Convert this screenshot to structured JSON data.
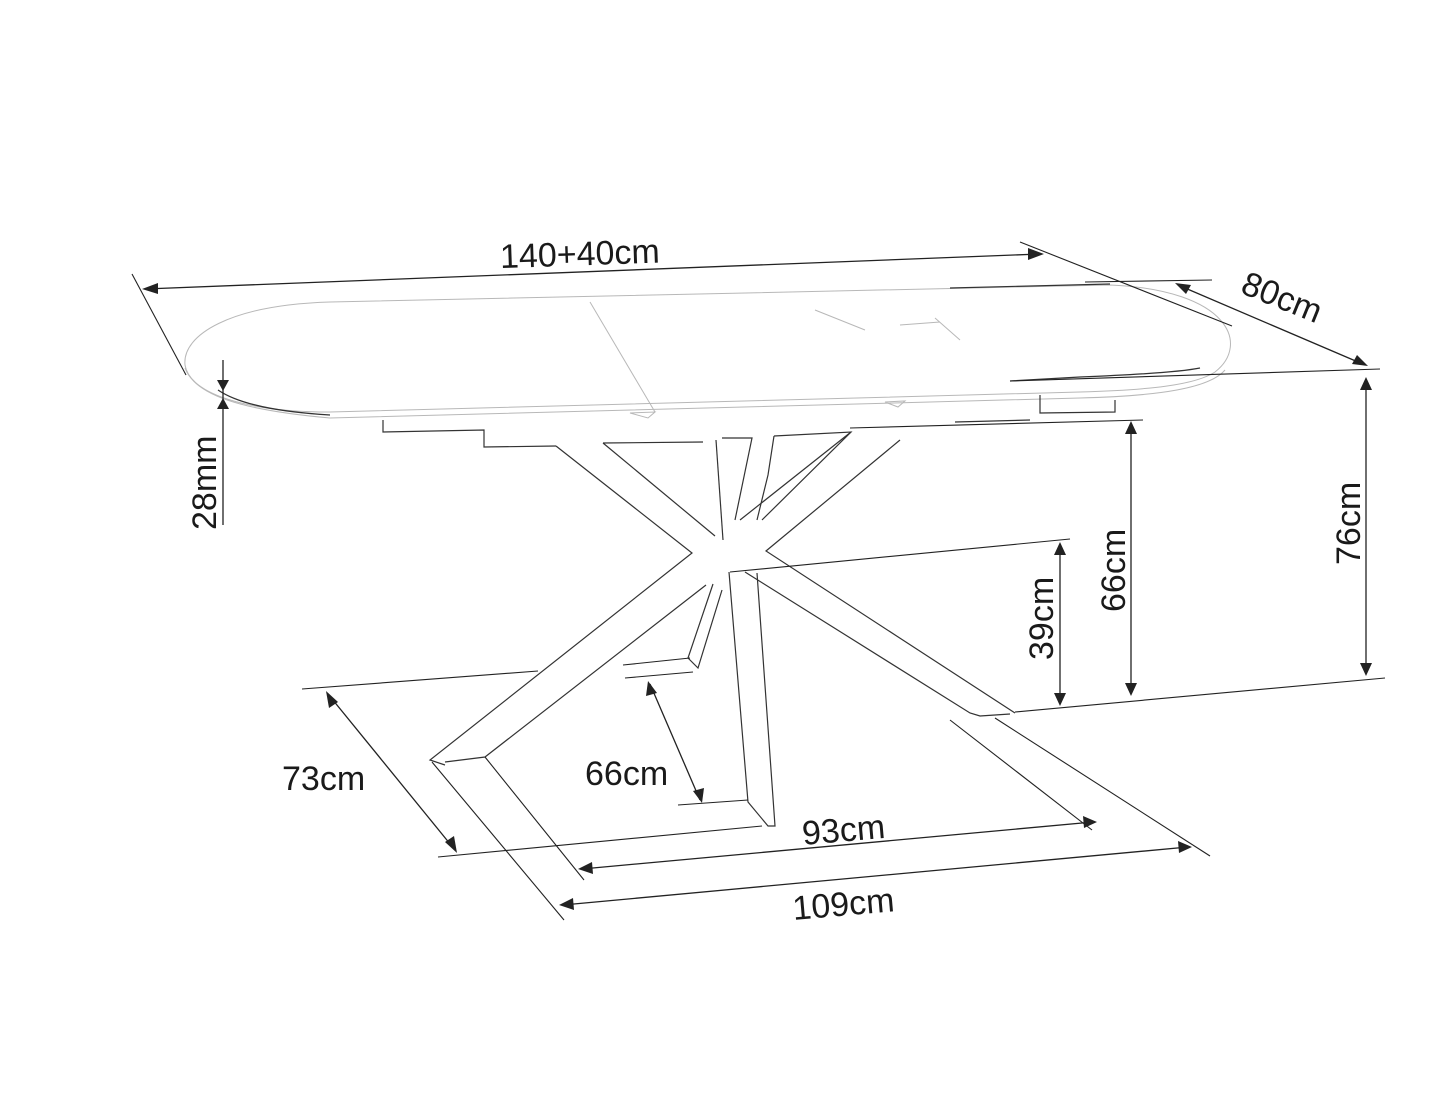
{
  "diagram": {
    "subject": "extendable oval dining table with crossed star base",
    "background": "#ffffff",
    "line_color": "#222222",
    "dimensions": {
      "length": "140+40cm",
      "width": "80cm",
      "top_thickness": "28mm",
      "total_height": "76cm",
      "underframe_clearance": "66cm",
      "leg_cross_height": "39cm",
      "base_depth": "73cm",
      "inner_leg_span": "66cm",
      "base_width_inner": "93cm",
      "base_width_outer": "109cm"
    }
  }
}
